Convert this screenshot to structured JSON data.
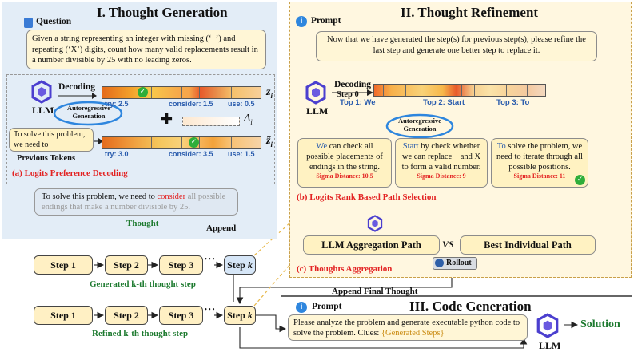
{
  "panel1": {
    "title": "I. Thought Generation",
    "question_label": "Question",
    "question_text": "Given a string representing an integer with missing (‘_’) and repeating (‘X’) digits, count how many valid replacements result in a number divisible by 25 with no leading zeros.",
    "llm_label": "LLM",
    "decoding_label": "Decoding",
    "autoregressive_label": "Autoregressive Generation",
    "prev_tokens_text": "To solve this problem, we need to",
    "prev_tokens_label": "Previous Tokens",
    "bar1_tokens": [
      "try: 2.5",
      "consider: 1.5",
      "use: 0.5"
    ],
    "bar2_tokens": [
      "try: 3.0",
      "consider: 3.5",
      "use: 1.5"
    ],
    "z_label": "z",
    "z_sub": "i",
    "ztilde_label": "z̃",
    "delta_label": "Δ",
    "delta_sub": "i",
    "plus_sign": "✚",
    "section_a": "(a) Logits Preference Decoding",
    "thought_pre": "To solve this problem, we need to ",
    "thought_highlight": "consider",
    "thought_post": " all possible endings that make a number divisible by 25.",
    "thought_label": "Thought",
    "append_label": "Append"
  },
  "steps_row1": {
    "steps": [
      "Step 1",
      "Step 2",
      "Step 3"
    ],
    "stepk": "Step",
    "k": "k",
    "dots": "• • •",
    "caption": "Generated k-th thought step"
  },
  "steps_row2": {
    "steps": [
      "Step 1",
      "Step 2",
      "Step 3"
    ],
    "stepk": "Step",
    "k": "k",
    "dots": "• • •",
    "caption": "Refined k-th thought step"
  },
  "panel2": {
    "title": "II. Thought Refinement",
    "prompt_label": "Prompt",
    "prompt_text": "Now that we have generated the step(s) for  previous step(s), please refine the last step and generate one better step to replace it.",
    "llm_label": "LLM",
    "decoding_label": "Decoding",
    "step0_label": "Step 0",
    "top_labels": [
      "Top 1: We",
      "Top 2: Start",
      "Top 3: To"
    ],
    "autoregressive_label": "Autoregressive Generation",
    "candidates": [
      {
        "lead": "We",
        "rest": " can check all possible placements of endings in the string.",
        "sigma": "Sigma Distance: 10.5"
      },
      {
        "lead": "Start",
        "rest": " by check whether we can replace _ and X to form a valid number.",
        "sigma": "Sigma Distance: 9"
      },
      {
        "lead": "To",
        "rest": " solve the problem, we need to iterate through all possible positions.",
        "sigma": "Sigma Distance: 11"
      }
    ],
    "section_b": "(b) Logits Rank Based Path Selection",
    "agg_path": "LLM Aggregation Path",
    "vs": "VS",
    "best_path": "Best Individual Path",
    "section_c": "(c) Thoughts Aggregation",
    "rollout": "Rollout",
    "append_final": "Append Final Thought"
  },
  "panel3": {
    "title": "III. Code Generation",
    "prompt_label": "Prompt",
    "prompt_text": "Please analyze the problem and generate executable python code to solve the problem. Clues: ",
    "clues": "{Generated Steps}",
    "llm_label": "LLM",
    "solution": "Solution"
  },
  "colors": {
    "panel1_bg": "#e3edf7",
    "panel2_bg": "#fff7e0",
    "accent_blue": "#2a5cad",
    "accent_red": "#e32222",
    "accent_green": "#1d7a2f"
  }
}
